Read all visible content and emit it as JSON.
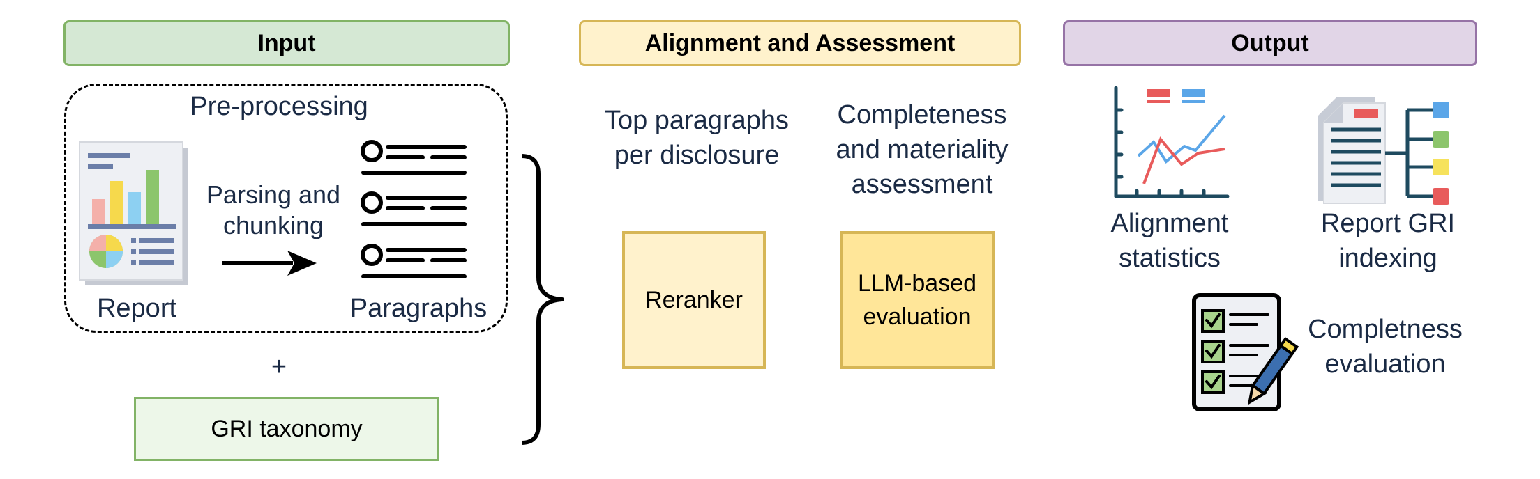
{
  "input": {
    "header": "Input",
    "preprocessing": "Pre-processing",
    "parsing": "Parsing and chunking",
    "report": "Report",
    "paragraphs": "Paragraphs",
    "plus": "+",
    "gri_taxonomy": "GRI taxonomy"
  },
  "alignment": {
    "header": "Alignment and Assessment",
    "top_paragraphs": "Top paragraphs per disclosure",
    "completeness_materiality": "Completeness and materiality assessment",
    "reranker": "Reranker",
    "llm_eval": "LLM-based evaluation"
  },
  "output": {
    "header": "Output",
    "alignment_stats": "Alignment statistics",
    "gri_indexing": "Report GRI indexing",
    "completeness_eval": "Completness evaluation"
  },
  "colors": {
    "green_fill": "#d5e8d4",
    "green_border": "#82b366",
    "yellow_fill": "#fff2cc",
    "yellow_border": "#d6b656",
    "purple_fill": "#e1d5e7",
    "purple_border": "#9673a6",
    "text": "#1a2a44"
  }
}
